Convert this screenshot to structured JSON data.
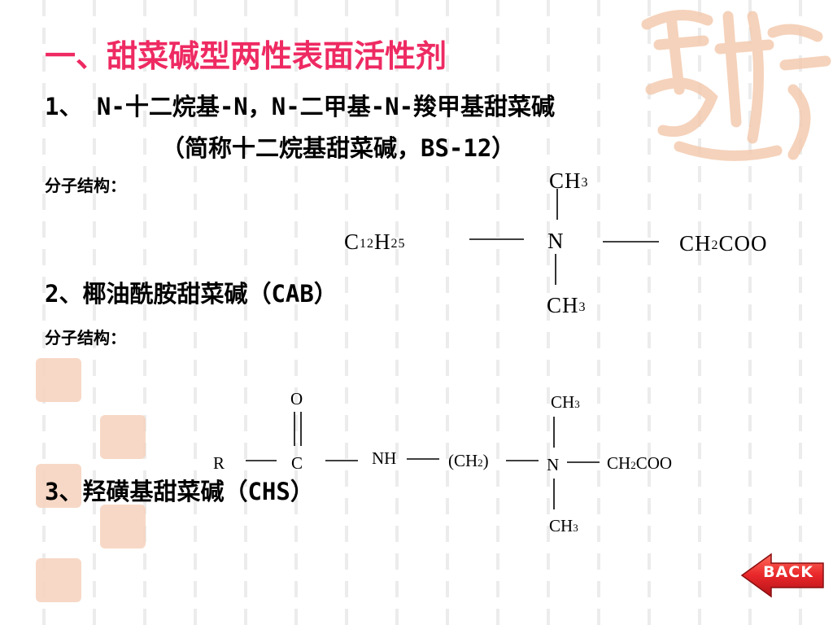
{
  "slide": {
    "title": "一、甜菜碱型两性表面活性剂",
    "item1_line1": "1、 N-十二烷基-N，N-二甲基-N-羧甲基甜菜碱",
    "item1_line2": "（简称十二烷基甜菜碱，BS-12）",
    "structure_label_1": "分子结构：",
    "item2": "2、椰油酰胺甜菜碱（CAB）",
    "structure_label_2": "分子结构：",
    "item3": "3、羟磺基甜菜碱（CHS）"
  },
  "structure1": {
    "top_methyl": [
      "CH",
      "3"
    ],
    "chain": [
      "C",
      "12",
      "H",
      "25"
    ],
    "nitrogen": "N",
    "carboxymethyl": [
      "CH",
      "2",
      "COO"
    ],
    "bottom_methyl": [
      "CH",
      "3"
    ]
  },
  "structure2": {
    "oxygen": "O",
    "r_group": "R",
    "carbon": "C",
    "amide": "NH",
    "methylene": [
      "(CH",
      "2",
      ")"
    ],
    "nitrogen": "N",
    "top_methyl": [
      "CH",
      "3"
    ],
    "carboxymethyl": [
      "CH",
      "2",
      "COO"
    ],
    "bottom_methyl": [
      "CH",
      "3"
    ]
  },
  "back_button": {
    "label": "BACK",
    "color": "#e8262a"
  },
  "decoration": {
    "seal_color": "#f6d4c0",
    "dash_color": "#ececec",
    "title_color": "#ee2a62"
  }
}
